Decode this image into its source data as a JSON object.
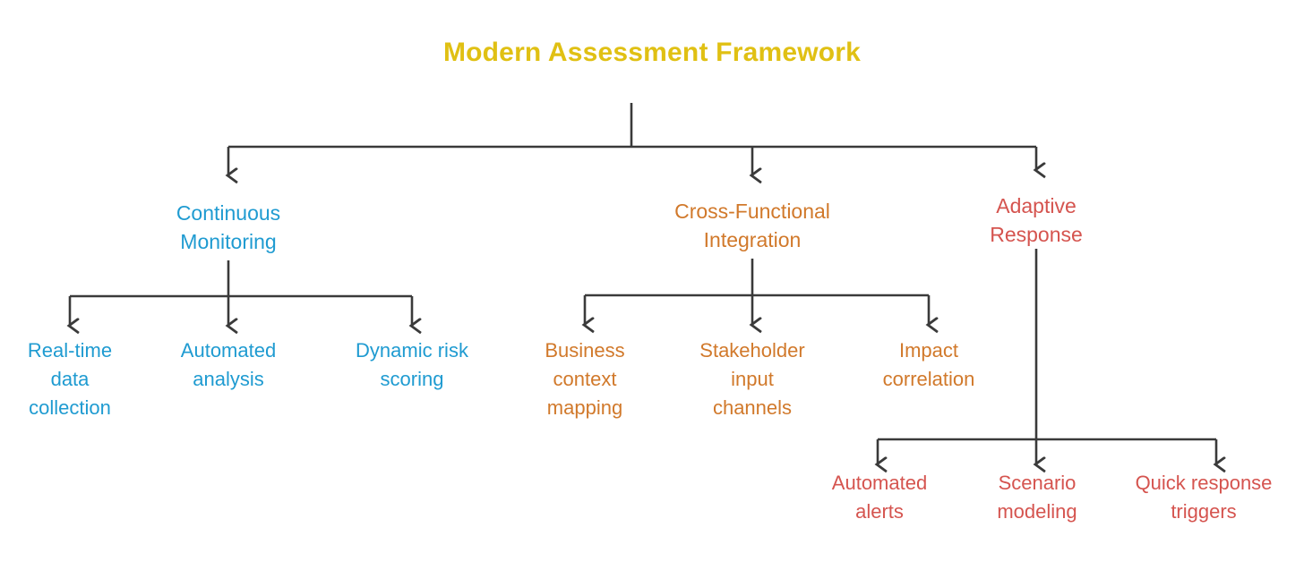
{
  "diagram": {
    "type": "tree-diagram",
    "title": "Modern Assessment Framework",
    "title_color": "#e0c013",
    "connector_color": "#3a3a3a",
    "background": "#ffffff",
    "branches": [
      {
        "label": "Continuous\nMonitoring",
        "color": "#1f9bd1",
        "children": [
          {
            "label": "Real-time\ndata\ncollection"
          },
          {
            "label": "Automated\nanalysis"
          },
          {
            "label": "Dynamic risk\nscoring"
          }
        ]
      },
      {
        "label": "Cross-Functional\nIntegration",
        "color": "#d1792b",
        "children": [
          {
            "label": "Business\ncontext\nmapping"
          },
          {
            "label": "Stakeholder\ninput\nchannels"
          },
          {
            "label": "Impact\ncorrelation"
          }
        ]
      },
      {
        "label": "Adaptive\nResponse",
        "color": "#d5544f",
        "children": [
          {
            "label": "Automated\nalerts"
          },
          {
            "label": "Scenario\nmodeling"
          },
          {
            "label": "Quick response\ntriggers"
          }
        ]
      }
    ]
  }
}
